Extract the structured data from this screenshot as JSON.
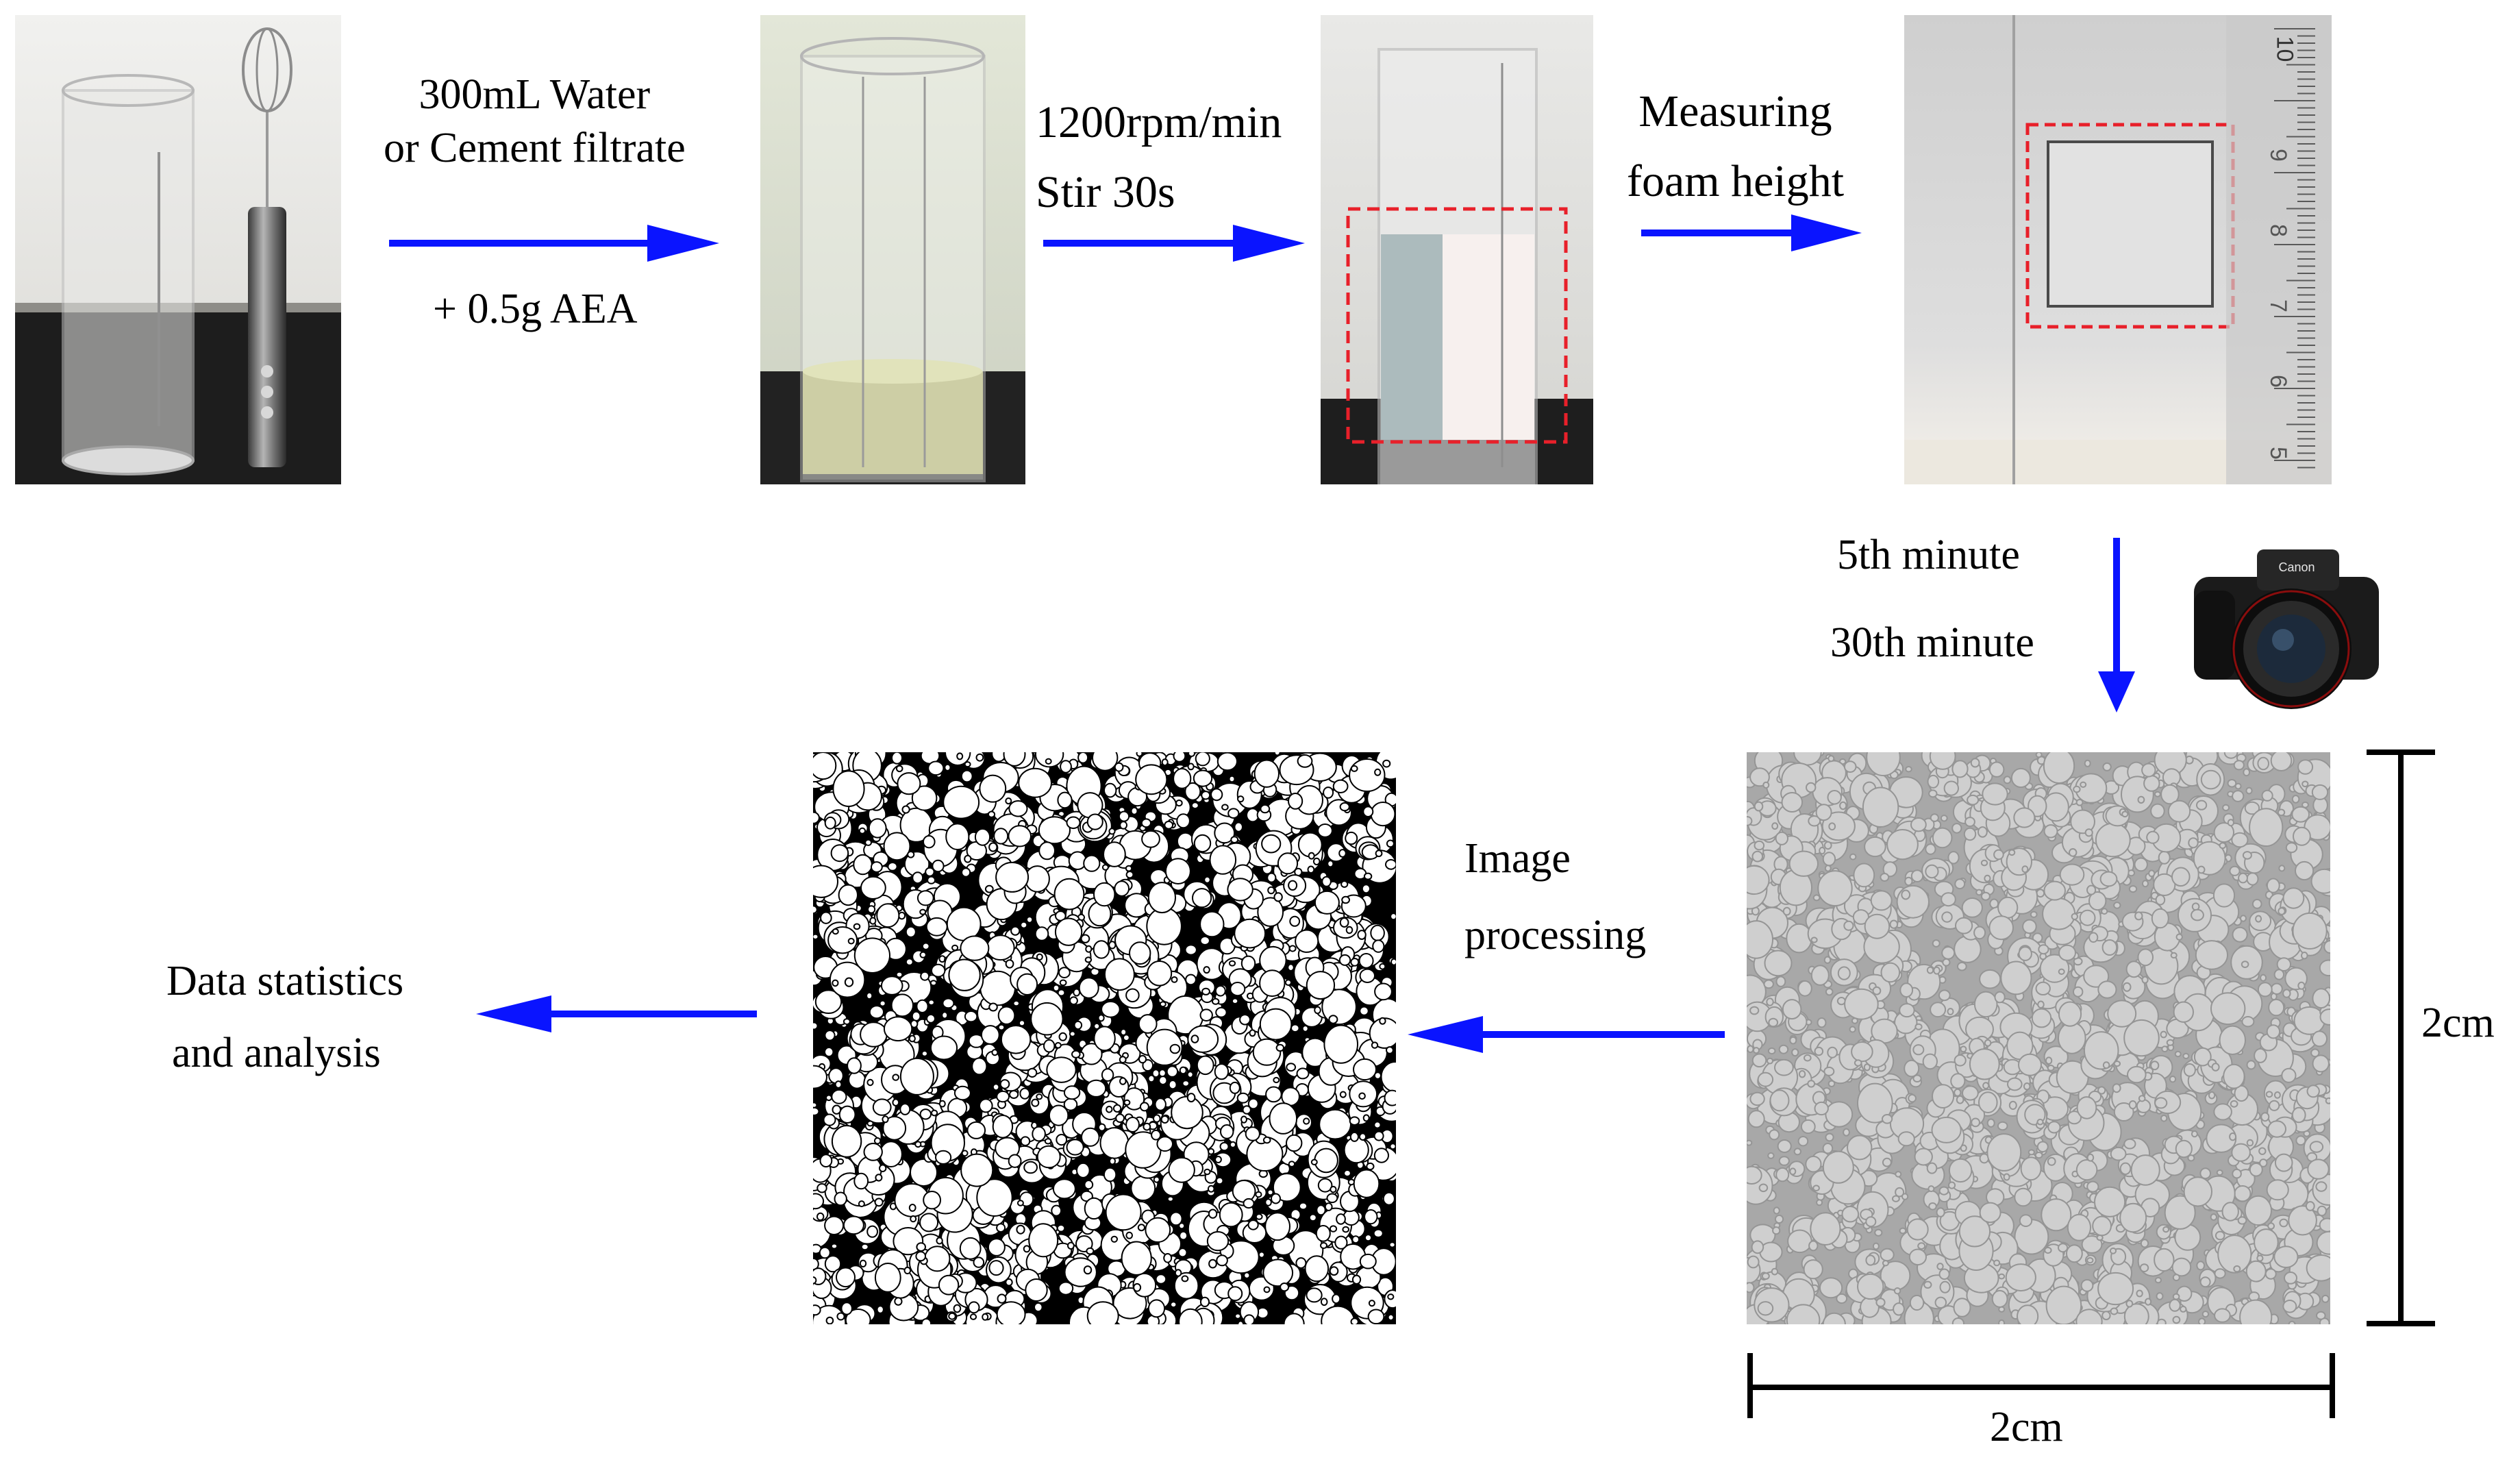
{
  "texts": {
    "water_line1": "300mL Water",
    "water_line2": "or Cement filtrate",
    "aea": "+ 0.5g AEA",
    "rpm": "1200rpm/min",
    "stir": "Stir 30s",
    "measure_line1": "Measuring",
    "measure_line2": "foam height",
    "minute5": "5th minute",
    "minute30": "30th minute",
    "image_line1": "Image",
    "image_line2": "processing",
    "data_line1": "Data statistics",
    "data_line2": "and analysis",
    "dim_vertical": "2cm",
    "dim_horizontal": "2cm"
  },
  "ruler_numbers": [
    "10",
    "9",
    "8",
    "7",
    "6",
    "5"
  ],
  "camera_brand": "Canon",
  "colors": {
    "arrow": "#0a14ff",
    "dash_box": "#e8202a",
    "bench": "#1c1c1c",
    "binary_black": "#000000",
    "foam_gray": "#a8a8a8"
  },
  "icons": {
    "flow_arrow": "arrow-icon",
    "camera": "camera-icon"
  }
}
